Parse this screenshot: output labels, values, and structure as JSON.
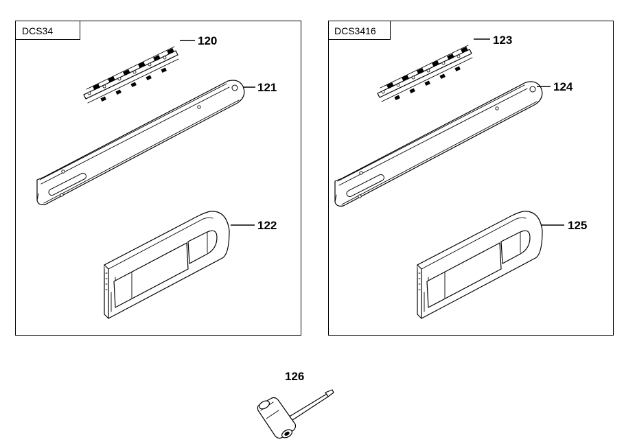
{
  "panels": [
    {
      "model": "DCS34",
      "parts": {
        "chain": "120",
        "bar": "121",
        "cover": "122"
      }
    },
    {
      "model": "DCS3416",
      "parts": {
        "chain": "123",
        "bar": "124",
        "cover": "125"
      }
    }
  ],
  "tool": {
    "part": "126"
  }
}
